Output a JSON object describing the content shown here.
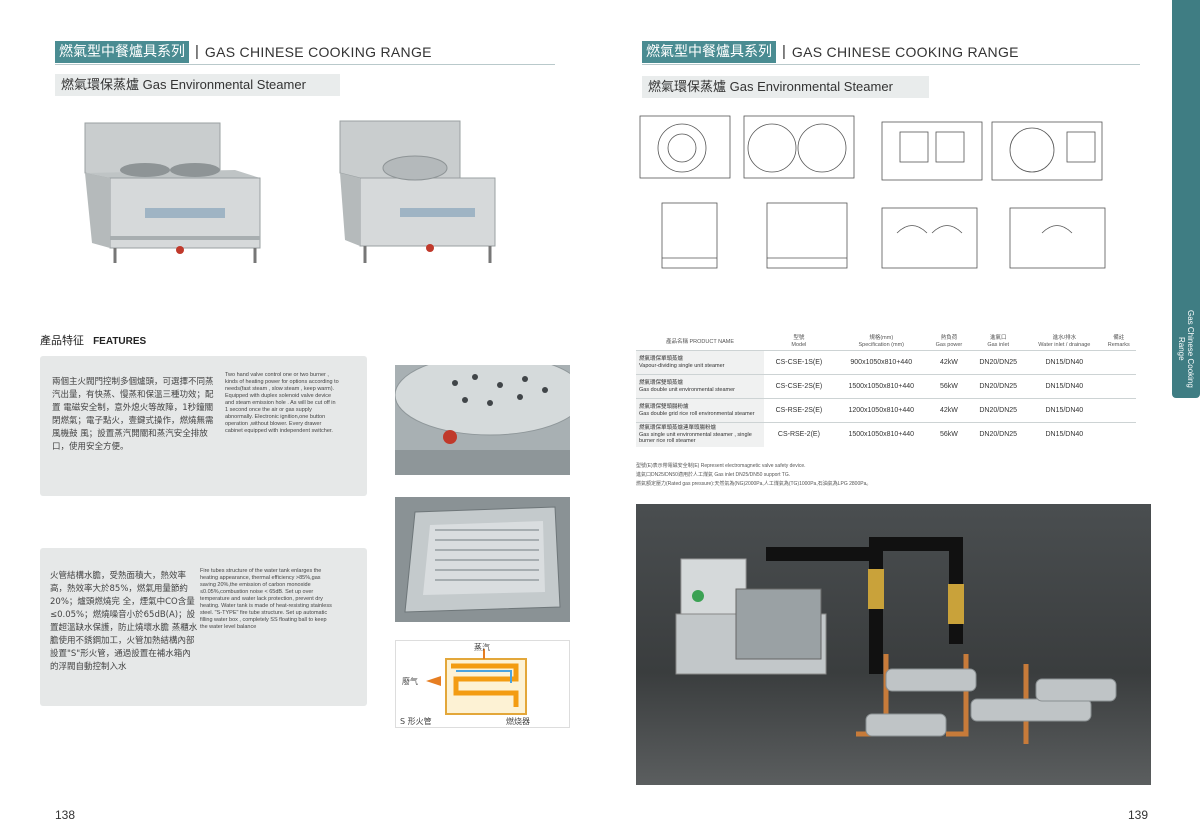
{
  "left": {
    "header_cn": "燃氣型中餐爐具系列",
    "header_sep": "|",
    "header_en": "GAS CHINESE COOKING RANGE",
    "sub_title": "燃氣環保蒸爐  Gas Environmental  Steamer",
    "features_cn": "產品特征",
    "features_en": "FEATURES",
    "feat1_cn": "兩個主火閥門控制多個爐頭，可選擇不同蒸汽出量，有快蒸、慢蒸和保溫三種功效；配置 電磁安全制，意外熄火等故障，1秒鐘關閉燃氣；電子點火，壹鍵式操作，燃燒無需風機鼓 風；設置蒸汽開關和蒸汽安全排放口，使用安全方便。",
    "feat1_en": "Two hand valve control one or two burner , kinds of heating power for options  according to needs(fast steam , slow steam , keep warm). Equipped with duplex solenoid valve device and steam emission hole . As will be cut off in 1 second once the air or gas supply abnormally. Electronic ignition,one button operation ,without blower. Every drawer  cabinet equipped with independent switcher.",
    "feat2_cn": "火管結構水膽，受熱面積大，熱效率高，熱效率大於85%，燃氣用量節約20%；爐頭燃燒完 全，煙氣中CO含量≤0.05%；燃燒噪音小於65dB(A)；設置超溫缺水保護，防止燒壞水膽 蒸櫃水膽使用不銹鋼加工，火管加熱結構內部設置\"S\"形火管，通過設置在補水箱內 的浮閥自動控制入水",
    "feat2_en": "Fire tubes structure of the water tank enlarges the heating appearance,  thermal efficiency >85%,gas saving 20%,the emission of carbon monoxide ≤0.05%,combustion noise < 65dB. Set up over temperature  and water lack protection, prevent dry heating. Water tank is made of  heat-resisting stainless steel. \"S-TYPE\" fire tube structure. Set up automatic filling water box , completely SS floating ball to keep the water level balance",
    "diagram_steam": "蒸汽",
    "diagram_exhaust": "廢气",
    "diagram_stube": "S 形火管",
    "diagram_burner": "燃烧器",
    "page_number": "138"
  },
  "right": {
    "header_cn": "燃氣型中餐爐具系列",
    "header_sep": "|",
    "header_en": "GAS CHINESE COOKING RANGE",
    "sub_title": "燃氣環保蒸爐  Gas Environmental  Steamer",
    "side_tab": "Gas Chinese Cooking Range",
    "table_headers": [
      [
        "產品名稱 PRODUCT NAME",
        ""
      ],
      [
        "型號",
        "Model"
      ],
      [
        "規格(mm)",
        "Specification (mm)"
      ],
      [
        "熱負荷",
        "Gas power"
      ],
      [
        "進氣口",
        "Gas inlet"
      ],
      [
        "進水/排水",
        "Water inlet / drainage"
      ],
      [
        "備註",
        "Remarks"
      ]
    ],
    "table_rows": [
      {
        "name_cn": "燃氣環保單頭蒸爐",
        "name_en": "Vapour-dividing single unit steamer",
        "model": "CS-CSE-1S(E)",
        "spec": "900x1050x810+440",
        "power": "42kW",
        "gas": "DN20/DN25",
        "water": "DN15/DN40"
      },
      {
        "name_cn": "燃氣環保雙頭蒸爐",
        "name_en": "Gas double unit environmental steamer",
        "model": "CS-CSE-2S(E)",
        "spec": "1500x1050x810+440",
        "power": "56kW",
        "gas": "DN20/DN25",
        "water": "DN15/DN40"
      },
      {
        "name_cn": "燃氣環保雙頭腸粉爐",
        "name_en": "Gas double grid rice roll environmental steamer",
        "model": "CS-RSE-2S(E)",
        "spec": "1200x1050x810+440",
        "power": "42kW",
        "gas": "DN20/DN25",
        "water": "DN15/DN40"
      },
      {
        "name_cn": "燃氣環保單頭蒸爐連單頭腸粉爐",
        "name_en": "Gas single unit environmental steamer , single burner rice roll steamer",
        "model": "CS-RSE-2(E)",
        "spec": "1500x1050x810+440",
        "power": "56kW",
        "gas": "DN20/DN25",
        "water": "DN15/DN40"
      }
    ],
    "note1": "型號(E)表示帶電磁安全制(E) Represent  electromagnetic valve safety device.",
    "note2": "進氣口DN25/DN50適用於人工煤氣 Gas inlet DN25/DN50 support TG.",
    "note3": "燃氣額定壓力(Rated gas pressure):天然氣為(NG)2000Pa,人工煤氣為(TG)1000Pa,石油氣為LPG 2800Pa。",
    "page_number": "139"
  },
  "colors": {
    "accent": "#4a8c92",
    "panel": "#e6e8e8",
    "tab": "#3f7d83"
  }
}
